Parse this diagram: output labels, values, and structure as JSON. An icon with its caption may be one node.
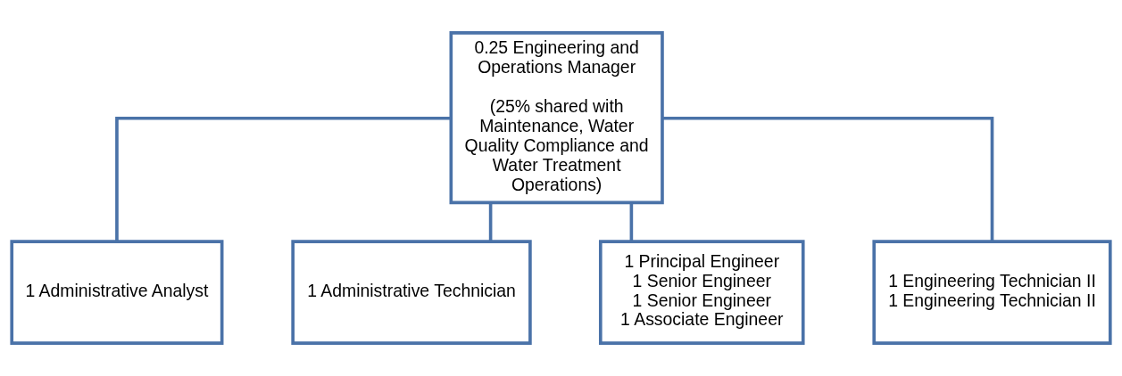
{
  "diagram": {
    "nodes": [
      {
        "text": [
          "0.25 Engineering and Operations Manager",
          "(25% shared with Maintenance, Water Quality Compliance and Water Treatment Operations)"
        ]
      },
      {
        "text": [
          "1 Administrative Analyst"
        ]
      },
      {
        "text": [
          "1 Administrative Technician"
        ]
      },
      {
        "text": [
          "1 Principal Engineer",
          "1 Senior Engineer",
          "1 Senior Engineer",
          "1 Associate Engineer"
        ]
      },
      {
        "text": [
          "1 Engineering Technician II",
          "1 Engineering Technician II"
        ]
      }
    ],
    "edges": [
      {
        "from": 0,
        "to": 1,
        "arrow": "none"
      },
      {
        "from": 0,
        "to": 2,
        "arrow": "none"
      },
      {
        "from": 0,
        "to": 3,
        "arrow": "none"
      },
      {
        "from": 0,
        "to": 4,
        "arrow": "none"
      }
    ]
  }
}
